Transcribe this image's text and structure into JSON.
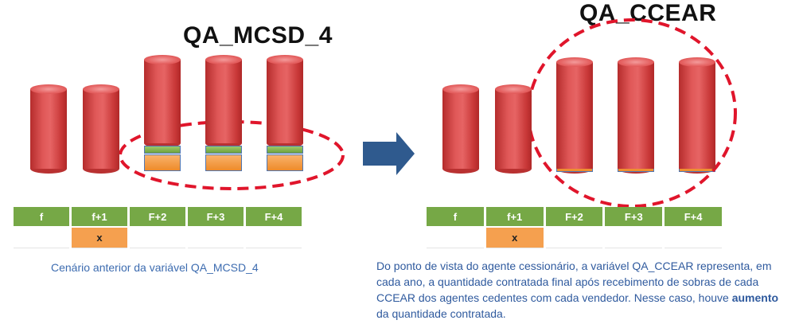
{
  "left": {
    "title": "QA_MCSD_4",
    "columns": [
      "f",
      "f+1",
      "F+2",
      "F+3",
      "F+4"
    ],
    "marked_row": [
      "",
      "x",
      "",
      "",
      ""
    ],
    "caption": "Cenário anterior da variável QA_MCSD_4"
  },
  "right": {
    "title": "QA_CCEAR",
    "columns": [
      "f",
      "f+1",
      "F+2",
      "F+3",
      "F+4"
    ],
    "marked_row": [
      "",
      "x",
      "",
      "",
      ""
    ],
    "description": {
      "part1": "Do ponto de vista do agente cessionário, a variável QA_CCEAR representa, em cada ano, a quantidade  contratada final após recebimento de sobras de cada CCEAR dos agentes cedentes com cada vendedor.  Nesse caso, houve ",
      "emphasis": "aumento",
      "part2": " da quantidade contratada."
    }
  },
  "colors": {
    "cylinder": "#d94646",
    "green_bar": "#76a846",
    "orange_bar": "#f5a04f",
    "ellipse": "#e0152b",
    "arrow": "#2f5a8e"
  },
  "icons": [
    "transition-arrow-icon"
  ]
}
